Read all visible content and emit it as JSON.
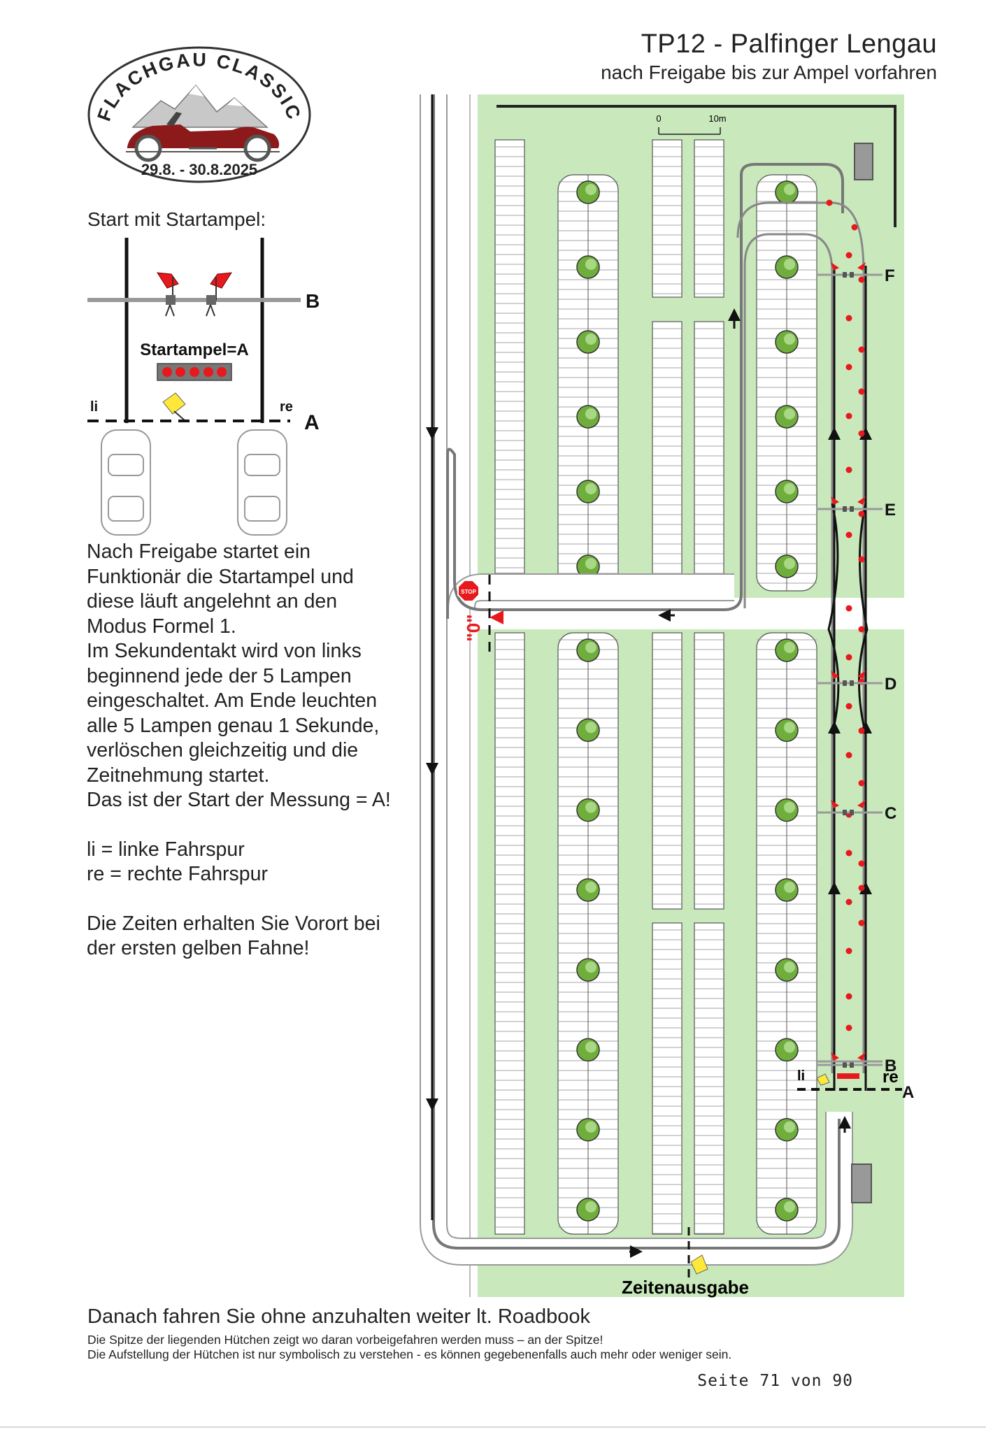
{
  "header": {
    "title": "TP12 - Palfinger Lengau",
    "subtitle": "nach Freigabe bis zur Ampel vorfahren"
  },
  "logo": {
    "brand": "FLACHGAU CLASSIC",
    "dates": "29.8. - 30.8.2025"
  },
  "start_diagram": {
    "heading": "Start mit Startampel:",
    "startampel_label": "Startampel=A",
    "line_b": "B",
    "line_a": "A",
    "lane_left": "li",
    "lane_right": "re",
    "lamps": 5,
    "lamp_color": "#e8191c"
  },
  "description": {
    "paragraph1": [
      "Nach Freigabe startet ein",
      "Funktionär die Startampel und",
      "diese läuft angelehnt an den",
      "Modus Formel 1.",
      "Im Sekundentakt wird von links",
      "beginnend jede der 5 Lampen",
      "eingeschaltet. Am Ende leuchten",
      "alle 5 Lampen genau 1 Sekunde,",
      "verlöschen gleichzeitig und die",
      "Zeitnehmung startet.",
      "Das ist der Start der Messung = A!"
    ],
    "legend": [
      "li = linke Fahrspur",
      "re = rechte Fahrspur"
    ],
    "paragraph3": [
      "Die Zeiten erhalten Sie Vorort bei",
      "der ersten gelben Fahne!"
    ]
  },
  "map": {
    "scale_start": "0",
    "scale_end": "10m",
    "checkpoints": [
      "F",
      "E",
      "D",
      "C",
      "B",
      "A"
    ],
    "lane_left": "li",
    "lane_right": "re",
    "stop_sign": "STOP",
    "zero_mark": "\"0\"",
    "time_output": "Zeitenausgabe",
    "colors": {
      "grass": "#c9e9bd",
      "tree": "#6fae3c",
      "cone": "#e8191c",
      "flag_yellow": "#ffe83a"
    }
  },
  "footer": {
    "main": "Danach fahren Sie ohne anzuhalten weiter lt. Roadbook",
    "note1": "Die Spitze der liegenden Hütchen zeigt wo daran vorbeigefahren werden muss – an der Spitze!",
    "note2": "Die Aufstellung der Hütchen ist nur symbolisch zu verstehen - es können gegebenenfalls auch mehr oder weniger sein.",
    "page": "Seite 71 von 90"
  }
}
